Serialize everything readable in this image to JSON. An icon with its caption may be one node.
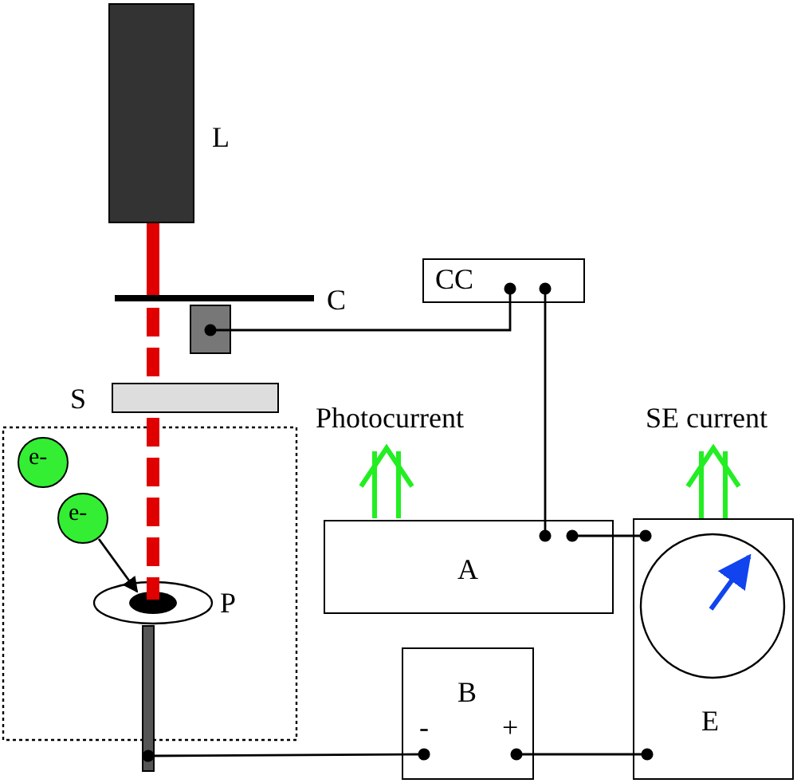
{
  "diagram": {
    "nodes": [
      {
        "text": [
          "L"
        ]
      },
      {
        "text": [
          "C"
        ]
      },
      {
        "text": [
          "CC"
        ]
      },
      {
        "text": [
          "S"
        ]
      },
      {
        "text": [
          "e-"
        ]
      },
      {
        "text": [
          "e-"
        ]
      },
      {
        "text": [
          "A"
        ]
      },
      {
        "text": [
          "P"
        ]
      },
      {
        "text": [
          "B",
          "-",
          "+"
        ]
      },
      {
        "text": [
          "E"
        ]
      }
    ],
    "edges": [
      {
        "from": 1,
        "to": 2,
        "arrow": "other"
      },
      {
        "from": 2,
        "to": 6,
        "arrow": "other"
      },
      {
        "from": 6,
        "to": 9,
        "arrow": "other"
      },
      {
        "from": 7,
        "to": 8,
        "arrow": "other"
      },
      {
        "from": 8,
        "to": 9,
        "arrow": "other"
      },
      {
        "from": 5,
        "to": 7,
        "arrow": "to"
      }
    ],
    "labels": [
      "Photocurrent",
      "SE current"
    ]
  }
}
